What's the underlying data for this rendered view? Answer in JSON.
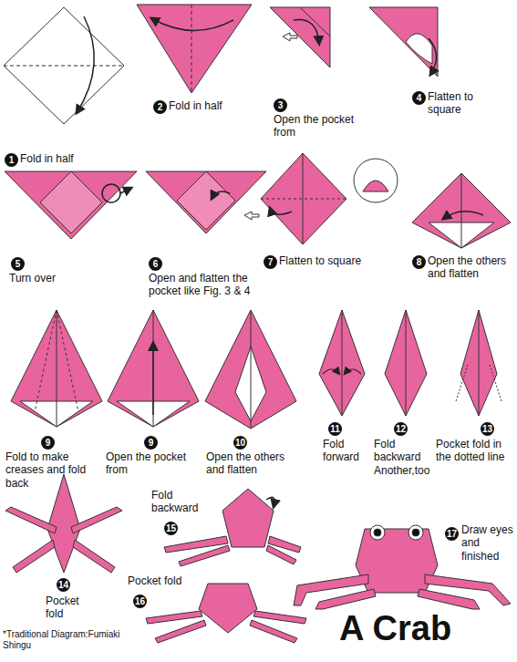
{
  "diagram": {
    "title": "A Crab",
    "labels": [
      "1",
      "Fold in half",
      "2",
      "Fold in half",
      "3",
      "Open the pocket from",
      "4",
      "Flatten to square",
      "5",
      "Turn over",
      "6",
      "Open and flatten the pocket like Fig. 3 & 4",
      "7",
      "Flatten to square",
      "8",
      "Open the others and flatten",
      "9",
      "Fold to make creases and fold back",
      "9",
      "Open the pocket from",
      "10",
      "Open the others and flatten",
      "11",
      "Fold forward",
      "12",
      "Fold backward Another,too",
      "13",
      "Pocket fold in the dotted line",
      "14",
      "Pocket fold",
      "Fold backward",
      "15",
      "Pocket fold",
      "16",
      "17",
      "Draw eyes and finished",
      "*Traditional Diagram:Fumiaki Shingu"
    ]
  }
}
